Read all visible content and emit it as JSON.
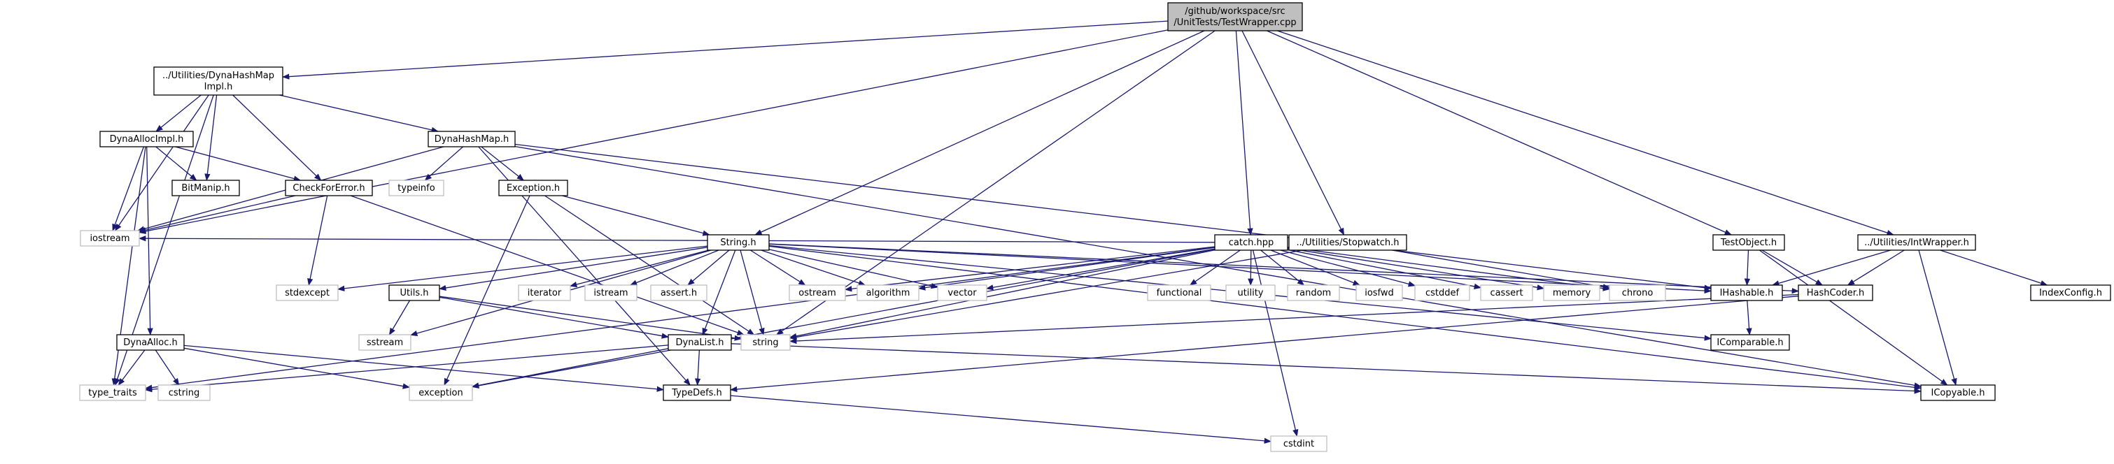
{
  "nodes": [
    {
      "id": "root",
      "lines": [
        "/github/workspace/src",
        "/UnitTests/TestWrapper.cpp"
      ],
      "kind": "root"
    },
    {
      "id": "dynahashmapimpl",
      "lines": [
        "../Utilities/DynaHashMap",
        "Impl.h"
      ],
      "kind": "file"
    },
    {
      "id": "dynahashmap",
      "lines": [
        "DynaHashMap.h"
      ],
      "kind": "file"
    },
    {
      "id": "dynaallocimpl",
      "lines": [
        "DynaAllocImpl.h"
      ],
      "kind": "file"
    },
    {
      "id": "bitmanip",
      "lines": [
        "BitManip.h"
      ],
      "kind": "file"
    },
    {
      "id": "checkforerror",
      "lines": [
        "CheckForError.h"
      ],
      "kind": "file"
    },
    {
      "id": "typeinfo",
      "lines": [
        "typeinfo"
      ],
      "kind": "sys"
    },
    {
      "id": "exceptionh",
      "lines": [
        "Exception.h"
      ],
      "kind": "file"
    },
    {
      "id": "iostream",
      "lines": [
        "iostream"
      ],
      "kind": "sys"
    },
    {
      "id": "stringh",
      "lines": [
        "String.h"
      ],
      "kind": "file"
    },
    {
      "id": "catch",
      "lines": [
        "catch.hpp"
      ],
      "kind": "file"
    },
    {
      "id": "stopwatch",
      "lines": [
        "../Utilities/Stopwatch.h"
      ],
      "kind": "file"
    },
    {
      "id": "testobject",
      "lines": [
        "TestObject.h"
      ],
      "kind": "file"
    },
    {
      "id": "intwrapper",
      "lines": [
        "../Utilities/IntWrapper.h"
      ],
      "kind": "file"
    },
    {
      "id": "stdexcept",
      "lines": [
        "stdexcept"
      ],
      "kind": "sys"
    },
    {
      "id": "utils",
      "lines": [
        "Utils.h"
      ],
      "kind": "file"
    },
    {
      "id": "iterator",
      "lines": [
        "iterator"
      ],
      "kind": "sys"
    },
    {
      "id": "istream",
      "lines": [
        "istream"
      ],
      "kind": "sys"
    },
    {
      "id": "assert",
      "lines": [
        "assert.h"
      ],
      "kind": "sys"
    },
    {
      "id": "ostream",
      "lines": [
        "ostream"
      ],
      "kind": "sys"
    },
    {
      "id": "algorithm",
      "lines": [
        "algorithm"
      ],
      "kind": "sys"
    },
    {
      "id": "vector",
      "lines": [
        "vector"
      ],
      "kind": "sys"
    },
    {
      "id": "functional",
      "lines": [
        "functional"
      ],
      "kind": "sys"
    },
    {
      "id": "utility",
      "lines": [
        "utility"
      ],
      "kind": "sys"
    },
    {
      "id": "random",
      "lines": [
        "random"
      ],
      "kind": "sys"
    },
    {
      "id": "iosfwd",
      "lines": [
        "iosfwd"
      ],
      "kind": "sys"
    },
    {
      "id": "cstddef",
      "lines": [
        "cstddef"
      ],
      "kind": "sys"
    },
    {
      "id": "cassert",
      "lines": [
        "cassert"
      ],
      "kind": "sys"
    },
    {
      "id": "memory",
      "lines": [
        "memory"
      ],
      "kind": "sys"
    },
    {
      "id": "chrono",
      "lines": [
        "chrono"
      ],
      "kind": "sys"
    },
    {
      "id": "ihashable",
      "lines": [
        "IHashable.h"
      ],
      "kind": "file"
    },
    {
      "id": "hashcoder",
      "lines": [
        "HashCoder.h"
      ],
      "kind": "file"
    },
    {
      "id": "indexconfig",
      "lines": [
        "IndexConfig.h"
      ],
      "kind": "file"
    },
    {
      "id": "sstream",
      "lines": [
        "sstream"
      ],
      "kind": "sys"
    },
    {
      "id": "dynalist",
      "lines": [
        "DynaList.h"
      ],
      "kind": "file"
    },
    {
      "id": "string",
      "lines": [
        "string"
      ],
      "kind": "sys"
    },
    {
      "id": "icomparable",
      "lines": [
        "IComparable.h"
      ],
      "kind": "file"
    },
    {
      "id": "dynaalloc",
      "lines": [
        "DynaAlloc.h"
      ],
      "kind": "file"
    },
    {
      "id": "typetraits",
      "lines": [
        "type_traits"
      ],
      "kind": "sys"
    },
    {
      "id": "cstring",
      "lines": [
        "cstring"
      ],
      "kind": "sys"
    },
    {
      "id": "exception",
      "lines": [
        "exception"
      ],
      "kind": "sys"
    },
    {
      "id": "typedefs",
      "lines": [
        "TypeDefs.h"
      ],
      "kind": "file"
    },
    {
      "id": "icopyable",
      "lines": [
        "ICopyable.h"
      ],
      "kind": "file"
    },
    {
      "id": "cstdint",
      "lines": [
        "cstdint"
      ],
      "kind": "sys"
    }
  ],
  "edges": [
    [
      "root",
      "dynahashmapimpl"
    ],
    [
      "root",
      "iostream"
    ],
    [
      "root",
      "stringh"
    ],
    [
      "root",
      "string"
    ],
    [
      "root",
      "catch"
    ],
    [
      "root",
      "stopwatch"
    ],
    [
      "root",
      "testobject"
    ],
    [
      "root",
      "intwrapper"
    ],
    [
      "dynahashmapimpl",
      "dynaallocimpl"
    ],
    [
      "dynahashmapimpl",
      "bitmanip"
    ],
    [
      "dynahashmapimpl",
      "checkforerror"
    ],
    [
      "dynahashmapimpl",
      "dynahashmap"
    ],
    [
      "dynahashmapimpl",
      "iostream"
    ],
    [
      "dynahashmapimpl",
      "typetraits"
    ],
    [
      "dynaallocimpl",
      "bitmanip"
    ],
    [
      "dynaallocimpl",
      "checkforerror"
    ],
    [
      "dynaallocimpl",
      "iostream"
    ],
    [
      "dynaallocimpl",
      "dynaalloc"
    ],
    [
      "dynaallocimpl",
      "typetraits"
    ],
    [
      "checkforerror",
      "iostream"
    ],
    [
      "checkforerror",
      "stdexcept"
    ],
    [
      "checkforerror",
      "string"
    ],
    [
      "dynahashmap",
      "iostream"
    ],
    [
      "dynahashmap",
      "typeinfo"
    ],
    [
      "dynahashmap",
      "exceptionh"
    ],
    [
      "dynahashmap",
      "typedefs"
    ],
    [
      "dynahashmap",
      "ihashable"
    ],
    [
      "dynahashmap",
      "icopyable"
    ],
    [
      "exceptionh",
      "stringh"
    ],
    [
      "exceptionh",
      "string"
    ],
    [
      "exceptionh",
      "exception"
    ],
    [
      "stringh",
      "stdexcept"
    ],
    [
      "stringh",
      "utils"
    ],
    [
      "stringh",
      "iterator"
    ],
    [
      "stringh",
      "istream"
    ],
    [
      "stringh",
      "assert"
    ],
    [
      "stringh",
      "ostream"
    ],
    [
      "stringh",
      "algorithm"
    ],
    [
      "stringh",
      "vector"
    ],
    [
      "stringh",
      "string"
    ],
    [
      "stringh",
      "sstream"
    ],
    [
      "stringh",
      "dynalist"
    ],
    [
      "stringh",
      "ihashable"
    ],
    [
      "stringh",
      "hashcoder"
    ],
    [
      "stringh",
      "icomparable"
    ],
    [
      "stringh",
      "icopyable"
    ],
    [
      "utils",
      "sstream"
    ],
    [
      "utils",
      "string"
    ],
    [
      "utils",
      "dynalist"
    ],
    [
      "dynalist",
      "typedefs"
    ],
    [
      "dynalist",
      "typetraits"
    ],
    [
      "dynalist",
      "exception"
    ],
    [
      "dynalist",
      "icopyable"
    ],
    [
      "dynaalloc",
      "typetraits"
    ],
    [
      "dynaalloc",
      "cstring"
    ],
    [
      "dynaalloc",
      "typedefs"
    ],
    [
      "dynaalloc",
      "exception"
    ],
    [
      "catch",
      "ostream"
    ],
    [
      "catch",
      "algorithm"
    ],
    [
      "catch",
      "vector"
    ],
    [
      "catch",
      "functional"
    ],
    [
      "catch",
      "utility"
    ],
    [
      "catch",
      "random"
    ],
    [
      "catch",
      "iosfwd"
    ],
    [
      "catch",
      "cstddef"
    ],
    [
      "catch",
      "cassert"
    ],
    [
      "catch",
      "memory"
    ],
    [
      "catch",
      "chrono"
    ],
    [
      "catch",
      "string"
    ],
    [
      "catch",
      "cstdint"
    ],
    [
      "catch",
      "exception"
    ],
    [
      "catch",
      "typetraits"
    ],
    [
      "catch",
      "iostream"
    ],
    [
      "stopwatch",
      "chrono"
    ],
    [
      "stopwatch",
      "string"
    ],
    [
      "testobject",
      "ihashable"
    ],
    [
      "testobject",
      "hashcoder"
    ],
    [
      "testobject",
      "icopyable"
    ],
    [
      "intwrapper",
      "ihashable"
    ],
    [
      "intwrapper",
      "hashcoder"
    ],
    [
      "intwrapper",
      "icopyable"
    ],
    [
      "intwrapper",
      "indexconfig"
    ],
    [
      "ihashable",
      "icomparable"
    ],
    [
      "hashcoder",
      "string"
    ],
    [
      "hashcoder",
      "typedefs"
    ],
    [
      "typedefs",
      "cstdint"
    ]
  ],
  "style": {
    "root_fill": "#bfbfbf",
    "file_fill": "#ffffff",
    "file_stroke": "#000000",
    "sys_stroke": "#bfbfbf",
    "sys_fill": "#ffffff",
    "edge_color": "#191970"
  }
}
